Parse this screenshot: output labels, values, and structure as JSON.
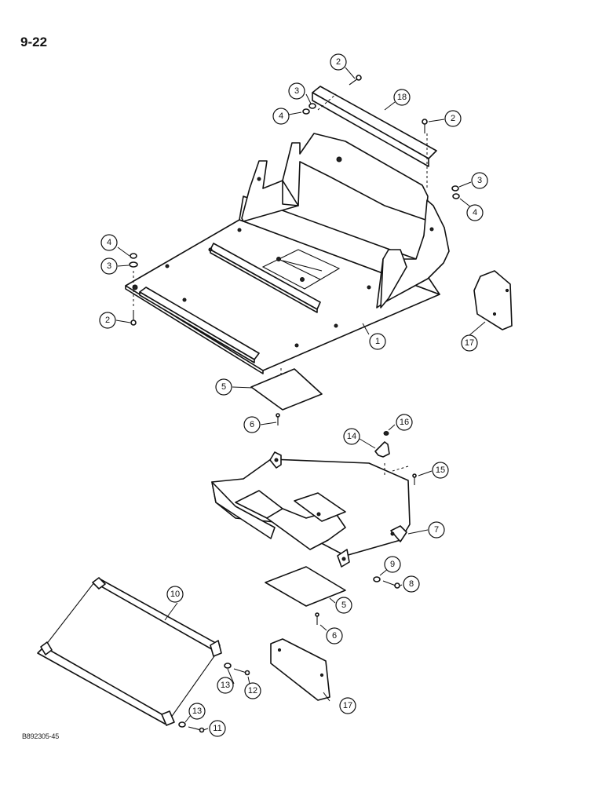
{
  "page": {
    "number": "9-22",
    "ref_code": "B892305-45"
  },
  "callouts": [
    "1",
    "2",
    "3",
    "4",
    "5",
    "6",
    "7",
    "8",
    "9",
    "10",
    "11",
    "12",
    "13",
    "14",
    "15",
    "16",
    "17",
    "18"
  ]
}
